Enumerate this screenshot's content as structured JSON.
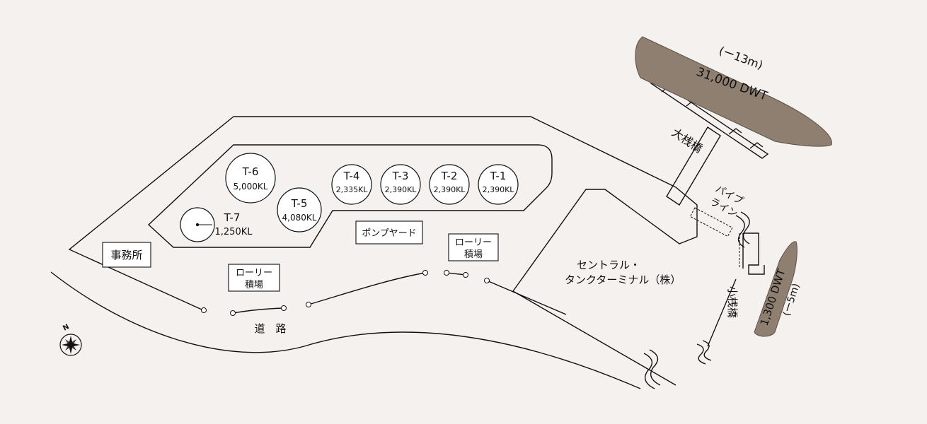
{
  "colors": {
    "background": "#f5f1ee",
    "ship": "#8e7f70",
    "ink": "#111111",
    "tank_fill": "#ffffff"
  },
  "tanks": [
    {
      "id": "T-1",
      "capacity": "2,390KL"
    },
    {
      "id": "T-2",
      "capacity": "2,390KL"
    },
    {
      "id": "T-3",
      "capacity": "2,390KL"
    },
    {
      "id": "T-4",
      "capacity": "2,335KL"
    },
    {
      "id": "T-5",
      "capacity": "4,080KL"
    },
    {
      "id": "T-6",
      "capacity": "5,000KL"
    },
    {
      "id": "T-7",
      "capacity": "1,250KL"
    }
  ],
  "facilities": {
    "office": "事務所",
    "pump_yard": "ポンプヤード",
    "lorry_loading_1": {
      "line1": "ローリー",
      "line2": "積場"
    },
    "lorry_loading_2": {
      "line1": "ローリー",
      "line2": "積場"
    },
    "road": "道　路",
    "terminal": {
      "line1": "セントラル・",
      "line2": "タンクターミナル（株）"
    }
  },
  "piers": {
    "large": "大桟橋",
    "small": "小桟橋",
    "pipeline": {
      "line1": "パイプ",
      "line2": "ライン"
    }
  },
  "ships": {
    "large": {
      "tonnage": "31,000 DWT",
      "depth": "(ー13m)"
    },
    "small": {
      "tonnage": "1,300 DWT",
      "depth": "(ー5m)"
    }
  },
  "compass": {
    "north": "N",
    "icon": "compass-rose-icon"
  }
}
